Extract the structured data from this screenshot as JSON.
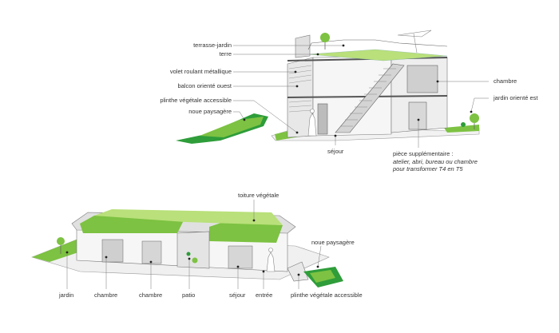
{
  "colors": {
    "green_bright": "#7dc242",
    "green_dark": "#2e9d3a",
    "green_light": "#b9e07a",
    "line": "#555555",
    "wall": "#ececec",
    "wall_dark": "#b8b8b8"
  },
  "top_diagram": {
    "labels_left": [
      "terrasse-jardin",
      "terre",
      "volet roulant métallique",
      "balcon orienté ouest",
      "plinthe végétale accessible",
      "noue paysagère"
    ],
    "labels_right": [
      "chambre",
      "jardin orienté est"
    ],
    "label_bottom_center": "séjour",
    "note_title": "pièce supplémentaire :",
    "note_lines": [
      "atelier, abri, bureau ou chambre",
      "pour transformer T4 en T5"
    ]
  },
  "bottom_diagram": {
    "label_top_roof": "toiture végétale",
    "label_right": "noue paysagère",
    "labels_bottom": [
      "jardin",
      "chambre",
      "chambre",
      "patio",
      "séjour",
      "entrée",
      "plinthe végétale accessible"
    ]
  }
}
